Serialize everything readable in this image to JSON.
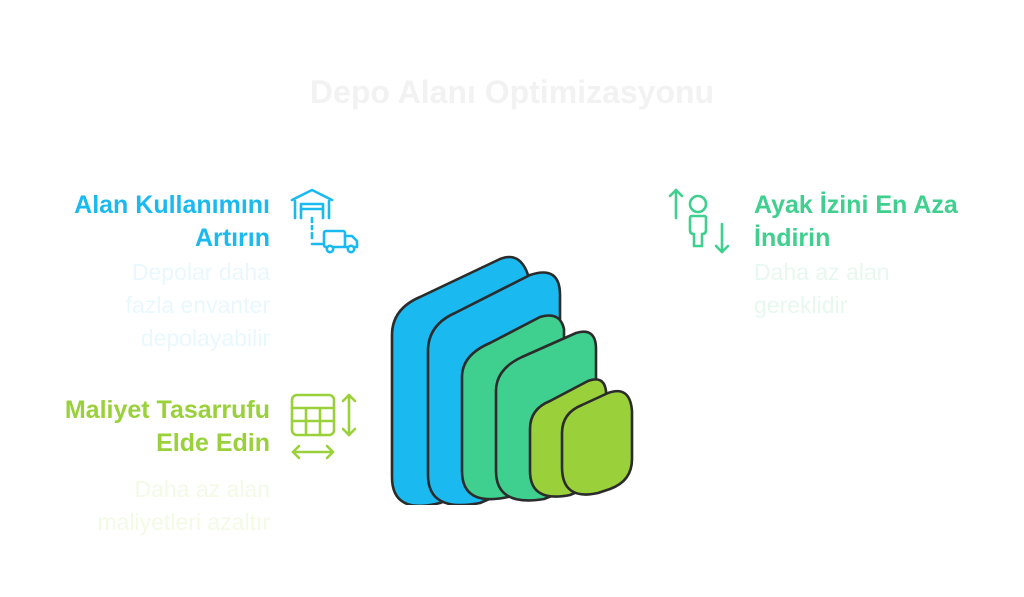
{
  "title": "Depo Alanı Optimizasyonu",
  "items": {
    "space_usage": {
      "heading_line1": "Alan Kullanımını",
      "heading_line2": "Artırın",
      "desc_line1": "Depolar daha",
      "desc_line2": "fazla envanter",
      "desc_line3": "depolayabilir",
      "color": "#1ab9f0",
      "icon": "warehouse-truck-icon"
    },
    "cost_savings": {
      "heading_line1": "Maliyet Tasarrufu",
      "heading_line2": "Elde Edin",
      "desc_line1": "Daha az alan",
      "desc_line2": "maliyetleri azaltır",
      "color": "#9ad13a",
      "icon": "grid-resize-icon"
    },
    "footprint": {
      "heading_line1": "Ayak İzini En Aza",
      "heading_line2": "İndirin",
      "desc_line1": "Daha az alan",
      "desc_line2": "gereklidir",
      "color": "#3fcf8e",
      "icon": "person-up-down-icon"
    }
  },
  "colors": {
    "blue": "#1ab9f0",
    "green": "#3fcf8e",
    "lime": "#9ad13a",
    "outline": "#2b2b2b"
  }
}
